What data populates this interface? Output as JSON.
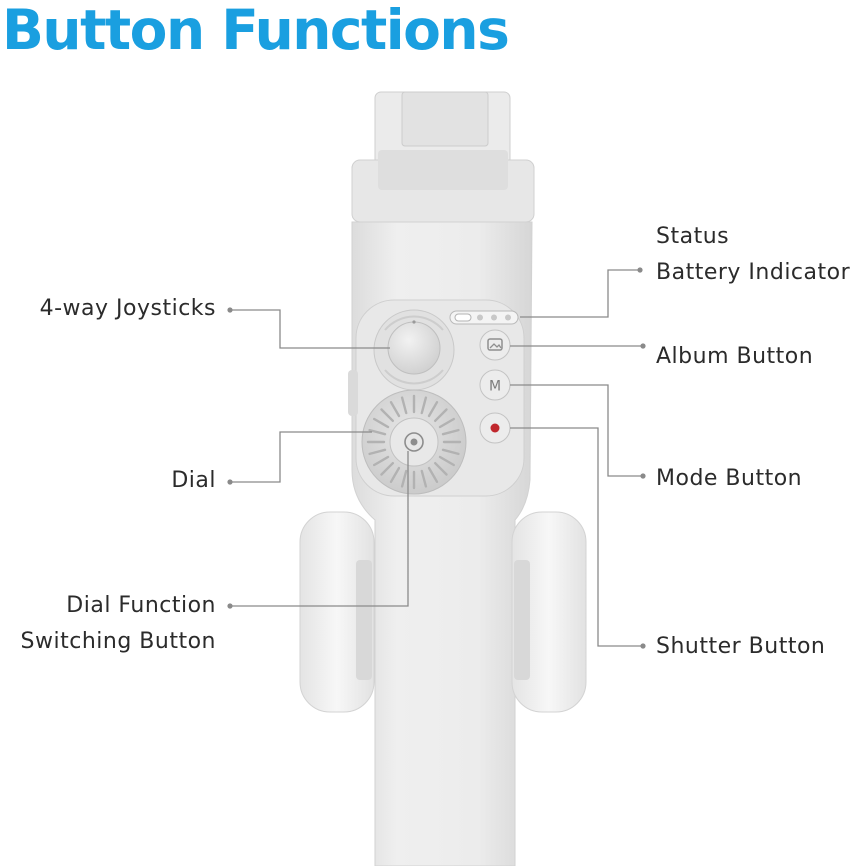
{
  "title": "Button Functions",
  "labels": {
    "status": "Status",
    "battery_indicator": "Battery Indicator",
    "joysticks": "4-way Joysticks",
    "album_button": "Album Button",
    "dial": "Dial",
    "mode_button": "Mode Button",
    "dial_function_line1": "Dial Function",
    "dial_function_line2": "Switching Button",
    "shutter_button": "Shutter Button",
    "mode_key_letter": "M"
  },
  "colors": {
    "title": "#1a9fe0",
    "label_text": "#2b2b2b",
    "leader_line": "#8a8a8a",
    "device_body": "#e9e9e9",
    "shutter_red": "#c0272d"
  }
}
